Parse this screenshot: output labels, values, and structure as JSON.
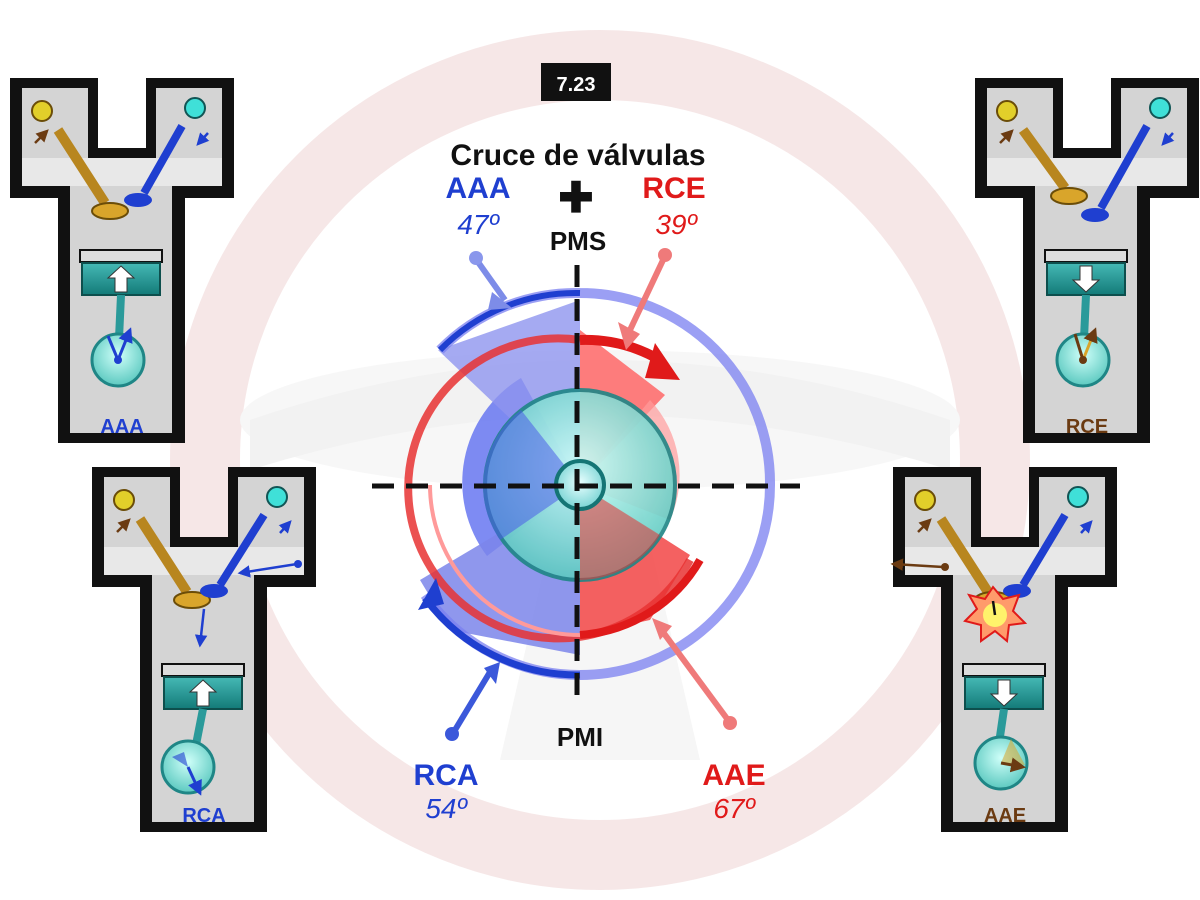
{
  "figure_number": "7.23",
  "title": "Cruce de válvulas",
  "plus_sign": "✚",
  "labels": {
    "pms": "PMS",
    "pmi": "PMI"
  },
  "events": {
    "aaa": {
      "name": "AAA",
      "angle": "47º"
    },
    "rce": {
      "name": "RCE",
      "angle": "39º"
    },
    "rca": {
      "name": "RCA",
      "angle": "54º"
    },
    "aae": {
      "name": "AAE",
      "angle": "67º"
    }
  },
  "panels": {
    "top_left": "AAA",
    "top_right": "RCE",
    "bottom_left": "RCA",
    "bottom_right": "AAE"
  },
  "colors": {
    "intake_blue": "#1f3fd0",
    "exhaust_red": "#e01a1a",
    "crank_teal": "#2a9a9a",
    "valve_gold": "#d9a52b",
    "wheel_watermark": "#f0d6d6"
  }
}
